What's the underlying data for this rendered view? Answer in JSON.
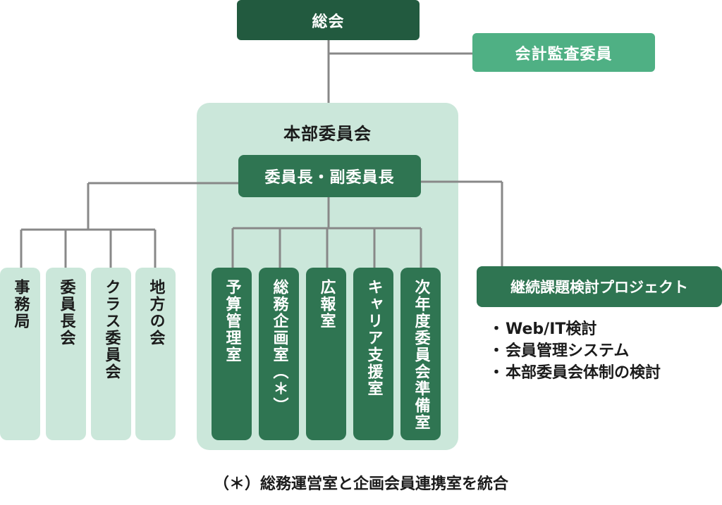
{
  "nodes": {
    "general_assembly": "総会",
    "audit_committee": "会計監査委員",
    "head_committee": "本部委員会",
    "chairs": "委員長・副委員長",
    "continuing_project": "継続課題検討プロジェクト"
  },
  "left_units": [
    "事務局",
    "委員長会",
    "クラス委員会",
    "地方の会"
  ],
  "inner_units": [
    "予算管理室",
    "総務企画室（＊）",
    "広報室",
    "キャリア支援室",
    "次年度委員会準備室"
  ],
  "project_items": [
    "Web/IT検討",
    "会員管理システム",
    "本部委員会体制の検討"
  ],
  "bullet": "・",
  "footnote": "（＊）総務運営室と企画会員連携室を統合",
  "colors": {
    "dark_green": "#225a3f",
    "mid_green": "#2f7552",
    "light_green": "#4fb084",
    "pale_green": "#cbe7da",
    "line_gray": "#888888"
  }
}
